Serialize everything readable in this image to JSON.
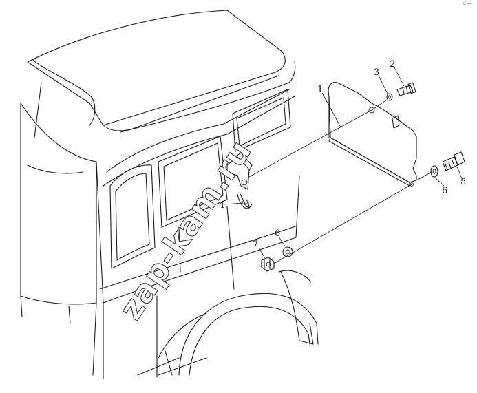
{
  "diagram": {
    "callouts": [
      {
        "id": "c1",
        "label": "1"
      },
      {
        "id": "c2",
        "label": "2"
      },
      {
        "id": "c3",
        "label": "3"
      },
      {
        "id": "c4",
        "label": "4"
      },
      {
        "id": "c5",
        "label": "5"
      },
      {
        "id": "c6a",
        "label": "6"
      },
      {
        "id": "c6b",
        "label": "6"
      },
      {
        "id": "c7",
        "label": "7"
      }
    ],
    "watermark": "zap-kam.ru",
    "corner_mark": "♂ ══",
    "colors": {
      "line": "#1a1a1a",
      "background": "#ffffff",
      "watermark_outline": "#3a3a3a",
      "corner_mark": "#3355cc"
    }
  }
}
